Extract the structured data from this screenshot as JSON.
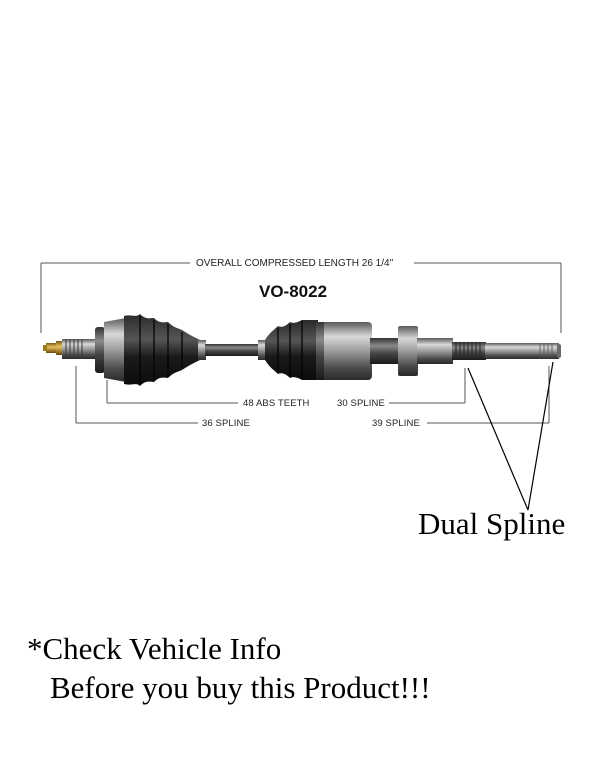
{
  "product": {
    "part_number": "VO-8022",
    "overall_length_label": "OVERALL COMPRESSED LENGTH 26 1/4\"",
    "dimensions": {
      "abs_teeth": "48 ABS TEETH",
      "inner_spline": "30 SPLINE",
      "outer_spline": "36 SPLINE",
      "end_spline": "39 SPLINE"
    },
    "image_subject": "cv-axle-shaft"
  },
  "annotation": {
    "dual_spline": "Dual Spline"
  },
  "notice": {
    "line1": "*Check Vehicle Info",
    "line2": "Before you buy this Product!!!"
  },
  "colors": {
    "dimension_line": "#555555",
    "boot": "#1c1c1c",
    "metal": "#9a9a9a",
    "brass": "#b8902e"
  }
}
